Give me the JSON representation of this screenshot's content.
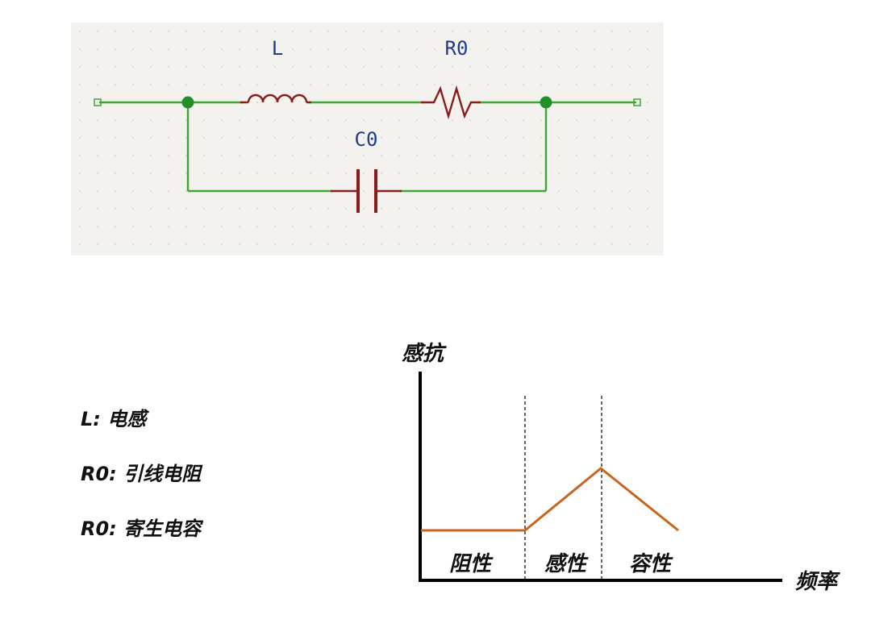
{
  "schematic": {
    "components": [
      {
        "id": "L",
        "label": "L"
      },
      {
        "id": "R0",
        "label": "R0"
      },
      {
        "id": "C0",
        "label": "C0"
      }
    ],
    "colors": {
      "background": "#f3f2ef",
      "wire": "#3fa535",
      "component": "#8a1c1c",
      "label": "#1f3b8a",
      "junction": "#1f8f28"
    }
  },
  "legend": {
    "items": [
      "L: 电感",
      "R0: 引线电阻",
      "R0: 寄生电容"
    ]
  },
  "graph": {
    "y_axis_label": "感抗",
    "x_axis_label": "频率",
    "regions": [
      "阻性",
      "感性",
      "容性"
    ],
    "line_color": "#c8641e"
  }
}
